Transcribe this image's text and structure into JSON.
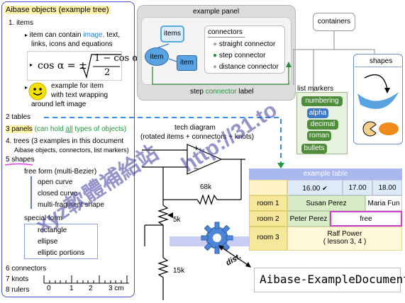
{
  "tree": {
    "title": "Aibase objects (example tree)",
    "i1": "1. items",
    "i1a": "item can contain",
    "i1a_image": "image,",
    "i1a_text": "text,",
    "i1b": "links, icons and equations",
    "eq_lhs": "cos α = ±",
    "eq_num": "1 − cos α",
    "eq_den": "2",
    "wrap1": "example for item",
    "wrap2": "with text wrapping",
    "wrap3": "around left image",
    "i2": "2 tables",
    "i3a": "3 panels",
    "i3b": "(can hold",
    "i3c": "all",
    "i3d": "types of objects)",
    "i4a": "4. trees (3 examples in this document",
    "i4b": "Aibase objects, connectors, list markers)",
    "i5": "5 shapes",
    "ff": "free form (multi-Bezier)",
    "ff1": "open curve",
    "ff2": "closed curve",
    "ff3": "multi-fragment shape",
    "sf": "special form",
    "sf1": "rectangle",
    "sf2": "ellipse",
    "sf3": "elliptic portions",
    "i6": "6 connectors",
    "i7": "7 knots",
    "i8": "8 rulers",
    "ruler": [
      "0",
      "1",
      "2",
      "3 cm"
    ]
  },
  "panel": {
    "title": "example panel",
    "items": "items",
    "item1": "item",
    "item2": "item",
    "connectors": "connectors",
    "opt1": "straight connector",
    "opt2": "step connector",
    "opt3": "distance connector",
    "label_a": "step",
    "label_b": "connector",
    "label_c": "label"
  },
  "containers": "containers",
  "list_markers": {
    "title": "list markers",
    "items": [
      "numbering",
      "alpha",
      "decimal",
      "roman",
      "bullets"
    ]
  },
  "shapes_title": "shapes",
  "tech": {
    "title1": "tech diagram",
    "title2": "(rotated items + connectors + knots)",
    "r1": "68k",
    "r2": "5k",
    "r3": "15k",
    "dist": "dist."
  },
  "table": {
    "title": "example table",
    "times": [
      "16.00",
      "17.00",
      "18.00"
    ],
    "rooms": [
      "room 1",
      "room 2",
      "room 3"
    ],
    "r1a": "Susan Perez",
    "r1b": "Maria Fun",
    "r2a": "Peter Perez",
    "r2b": "free",
    "r3a": "Ralf Power",
    "r3b": "( lesson 3, 4 )"
  },
  "document_label": "Aibase-ExampleDocument",
  "watermark": {
    "w1": "xyz軟體補給站",
    "w2": "http://31.to"
  },
  "colors": {
    "tree_border": "#4a4fd0",
    "blue_node": "#5aa3e3",
    "table_header": "#aab8f0",
    "room_col": "#f6e89a",
    "cell_green": "#d9ecc8",
    "free_border": "#d040d0",
    "gear": "#4e87d8"
  }
}
